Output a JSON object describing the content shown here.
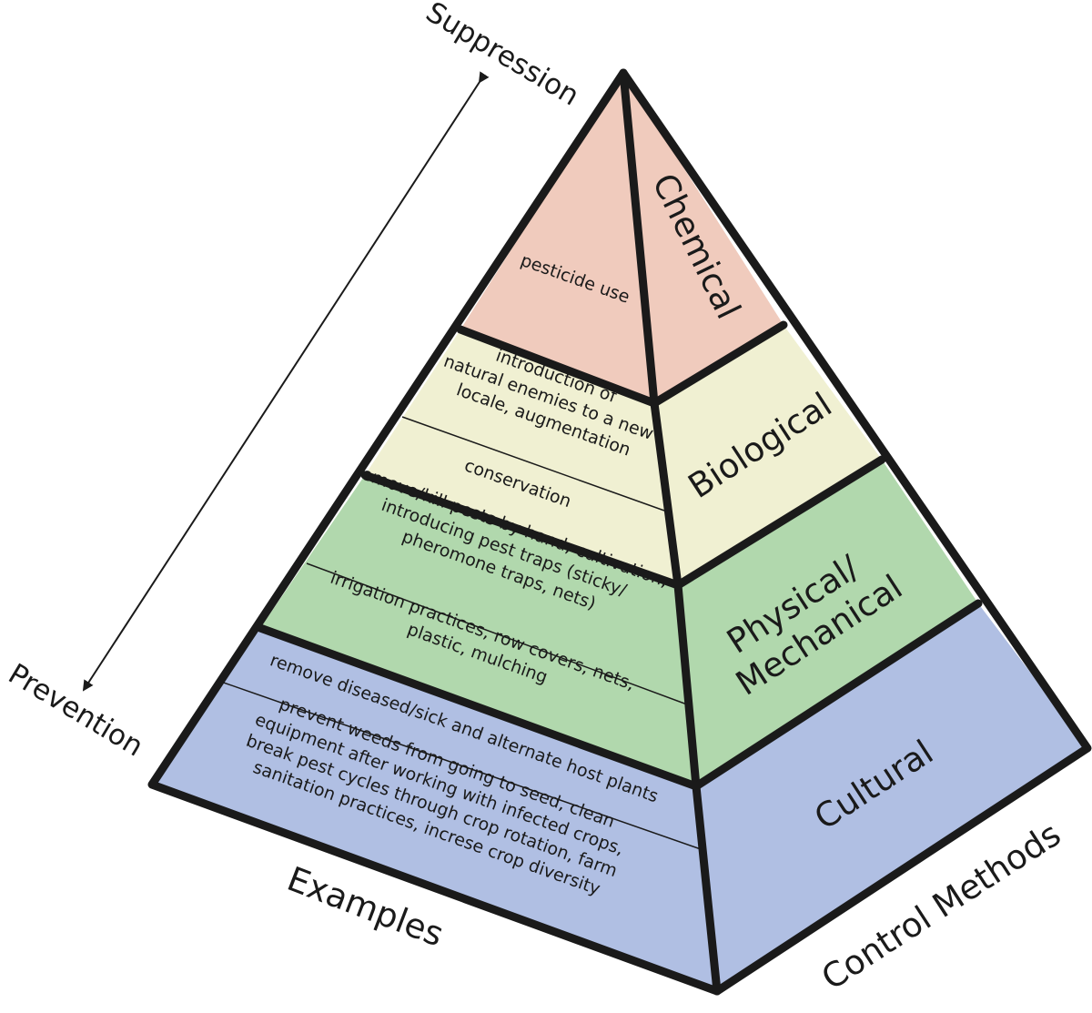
{
  "diagram": {
    "top_label": "Suppression",
    "bottom_label": "Prevention",
    "left_face_label": "Examples",
    "right_face_label": "Control Methods",
    "colors": {
      "chemical": "#f0cbbd",
      "biological": "#f0f0d2",
      "physical": "#b1d8ad",
      "cultural": "#b0bfe3",
      "outline": "#1a1a1a"
    },
    "tiers": [
      {
        "method": "Chemical",
        "examples": [
          {
            "lines": [
              "pesticide use"
            ]
          }
        ]
      },
      {
        "method": "Biological",
        "examples": [
          {
            "lines": [
              "introduction of",
              "natural enemies to a new",
              "locale, augmentation"
            ]
          },
          {
            "lines": [
              "conservation"
            ]
          }
        ]
      },
      {
        "method_lines": [
          "Physical/",
          "Mechanical"
        ],
        "examples": [
          {
            "lines": [
              "remove/kill pests by hand, cultivation,",
              "introducing pest traps (sticky/",
              "pheromone traps, nets)"
            ]
          },
          {
            "lines": [
              "irrigation practices, row covers, nets,",
              "plastic, mulching"
            ]
          }
        ]
      },
      {
        "method": "Cultural",
        "examples": [
          {
            "lines": [
              "remove diseased/sick and alternate host plants"
            ]
          },
          {
            "lines": [
              "prevent weeds from going to seed, clean",
              "equipment after working with infected crops,",
              "break pest cycles through crop rotation, farm",
              "sanitation practices, increse crop diversity"
            ]
          }
        ]
      }
    ]
  }
}
